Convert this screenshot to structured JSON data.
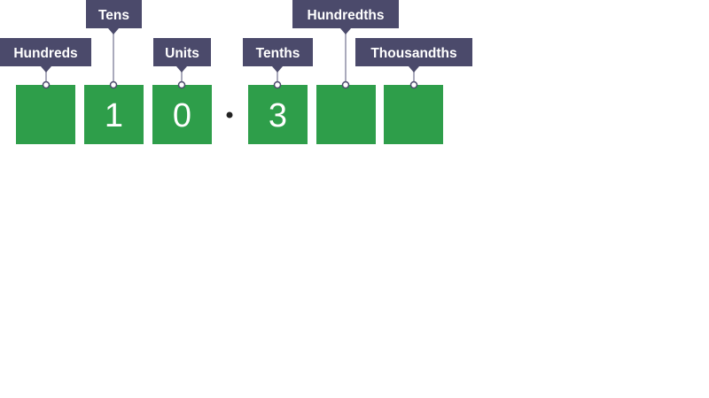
{
  "labels": {
    "hundreds": "Hundreds",
    "tens": "Tens",
    "units": "Units",
    "tenths": "Tenths",
    "hundredths": "Hundredths",
    "thousandths": "Thousandths"
  },
  "digits": {
    "hundreds": "",
    "tens": "1",
    "units": "0",
    "tenths": "3",
    "hundredths": "",
    "thousandths": ""
  },
  "colors": {
    "box": "#2e9e4a",
    "label": "#4b4a6b",
    "connector": "#8e8da6",
    "decimal_point": "#222222"
  }
}
